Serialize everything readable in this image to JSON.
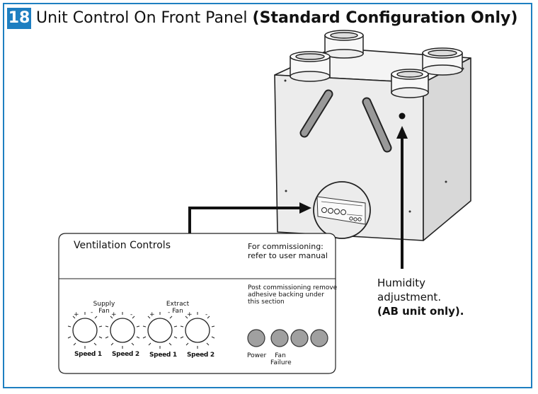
{
  "header": {
    "section_number": "18",
    "title": "Unit Control On Front Panel",
    "title_bold": "(Standard Configuration Only)"
  },
  "control_panel": {
    "title": "Ventilation Controls",
    "commissioning_line1": "For commissioning:",
    "commissioning_line2": "refer to user manual",
    "post_note_line1": "Post commissioning remove",
    "post_note_line2": "adhesive backing under",
    "post_note_line3": "this section",
    "supply_line1": "Supply",
    "supply_line2": "Fan",
    "extract_line1": "Extract",
    "extract_line2": "Fan",
    "knobs": [
      {
        "label": "Speed 1"
      },
      {
        "label": "Speed 2"
      },
      {
        "label": "Speed 1"
      },
      {
        "label": "Speed 2"
      }
    ],
    "plus": "+",
    "minus": "-",
    "power_label": "Power",
    "fan_label": "Fan",
    "failure_label": "Failure"
  },
  "callout": {
    "line1": "Humidity",
    "line2": "adjustment.",
    "line3": "(AB unit only)."
  },
  "colors": {
    "accent": "#1e7fc1",
    "unit_body": "#e9e9e9",
    "indicator_grey": "#a0a0a0"
  }
}
